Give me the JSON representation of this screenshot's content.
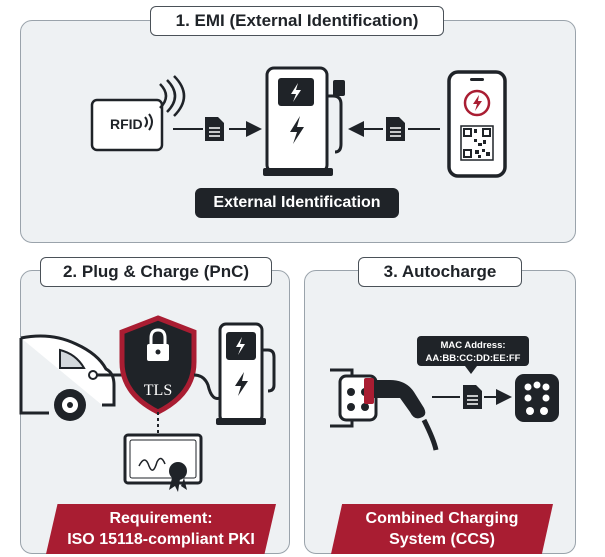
{
  "colors": {
    "dark": "#1f2328",
    "accent_red": "#a91d32",
    "panel_bg": "#eef1f3",
    "panel_border": "#9aa3ab"
  },
  "emi": {
    "title": "1. EMI (External Identification)",
    "rfid_label": "RFID",
    "center_label": "External Identification",
    "icons": [
      "rfid-card-icon",
      "document-icon",
      "charging-station-icon",
      "smartphone-qr-icon"
    ]
  },
  "pnc": {
    "title": "2. Plug & Charge (PnC)",
    "tls_label": "TLS",
    "requirement_line1": "Requirement:",
    "requirement_line2": "ISO 15118-compliant PKI",
    "icons": [
      "car-icon",
      "shield-lock-icon",
      "charging-station-icon",
      "certificate-icon"
    ]
  },
  "autocharge": {
    "title": "3. Autocharge",
    "mac_line1": "MAC Address:",
    "mac_line2": "AA:BB:CC:DD:EE:FF",
    "ccs_line1": "Combined Charging",
    "ccs_line2": "System (CCS)",
    "icons": [
      "vehicle-inlet-icon",
      "ccs-connector-icon",
      "document-icon",
      "charge-port-icon"
    ]
  }
}
